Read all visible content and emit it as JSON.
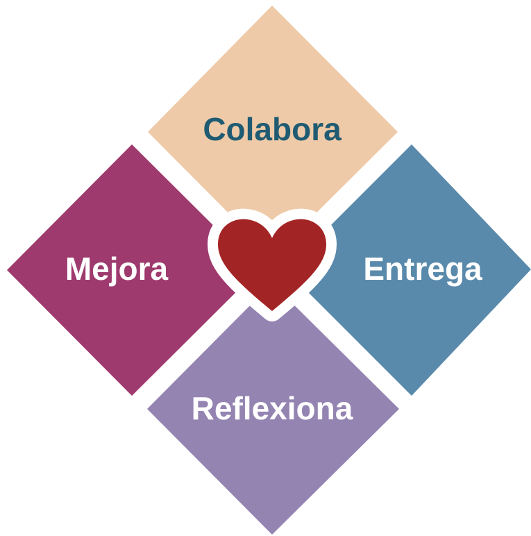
{
  "quadrants": {
    "top": {
      "label": "Colabora",
      "fill": "#efcaa8",
      "text_color": "#1f5b72"
    },
    "left": {
      "label": "Mejora",
      "fill": "#9e3a6e",
      "text_color": "#ffffff"
    },
    "right": {
      "label": "Entrega",
      "fill": "#5a8aab",
      "text_color": "#ffffff"
    },
    "bottom": {
      "label": "Reflexiona",
      "fill": "#9484b2",
      "text_color": "#ffffff"
    }
  },
  "center": {
    "icon": "heart-icon",
    "fill": "#a32424",
    "outline": "#ffffff"
  },
  "background": "#ffffff"
}
